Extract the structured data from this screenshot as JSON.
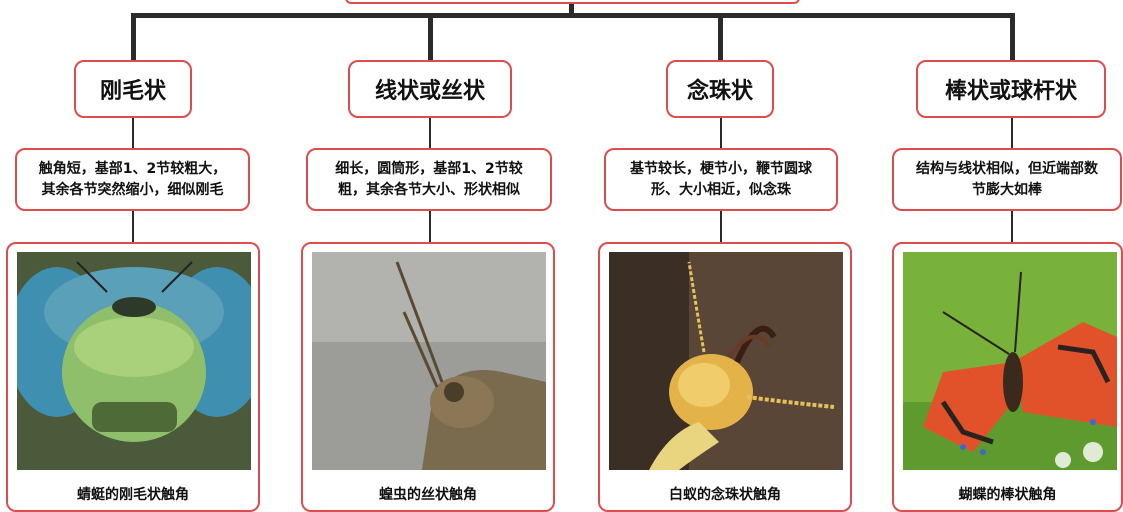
{
  "categories": [
    {
      "title": "刚毛状",
      "desc_lines": [
        "触角短，基部1、2节较粗大，",
        "其余各节突然缩小，细似刚毛"
      ],
      "caption": "蜻蜓的刚毛状触角",
      "image_icon": "dragonfly-photo-icon"
    },
    {
      "title": "线状或丝状",
      "desc_lines": [
        "细长，圆筒形，基部1、2节较",
        "粗，其余各节大小、形状相似"
      ],
      "caption": "蝗虫的丝状触角",
      "image_icon": "grasshopper-photo-icon"
    },
    {
      "title": "念珠状",
      "desc_lines": [
        "基节较长，梗节小，鞭节圆球",
        "形、大小相近，似念珠"
      ],
      "caption": "白蚁的念珠状触角",
      "image_icon": "termite-photo-icon"
    },
    {
      "title": "棒状或球杆状",
      "desc_lines": [
        "结构与线状相似，但近端部数",
        "节膨大如棒"
      ],
      "caption": "蝴蝶的棒状触角",
      "image_icon": "butterfly-photo-icon"
    }
  ],
  "colors": {
    "border": "#e04c4c",
    "line": "#2b2b2b"
  }
}
